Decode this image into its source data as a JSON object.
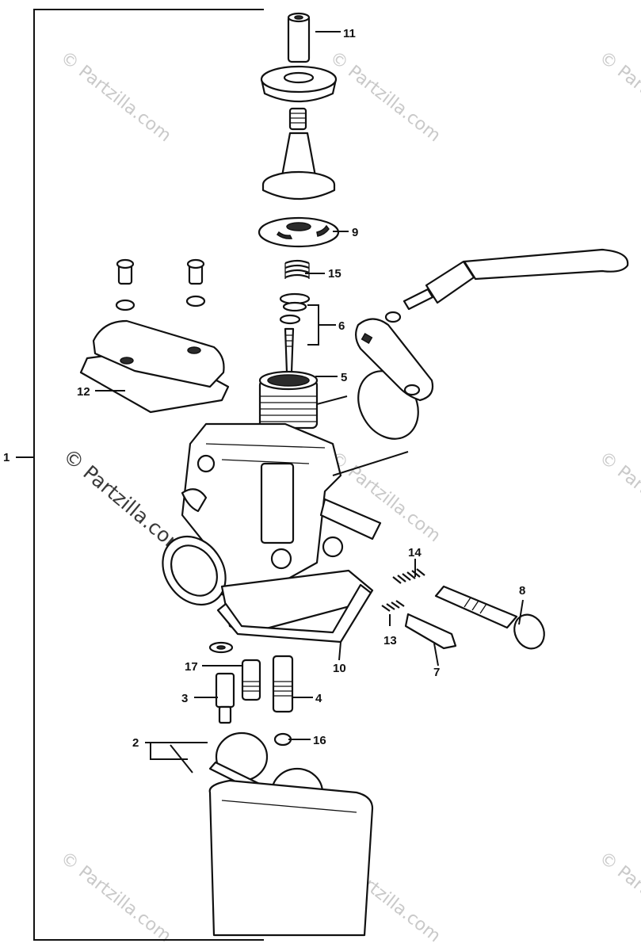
{
  "diagram": {
    "callouts": [
      "1",
      "2",
      "3",
      "4",
      "5",
      "6",
      "7",
      "8",
      "9",
      "10",
      "11",
      "12",
      "13",
      "14",
      "15",
      "16",
      "17"
    ],
    "watermark_text": "© Partzilla.com"
  }
}
